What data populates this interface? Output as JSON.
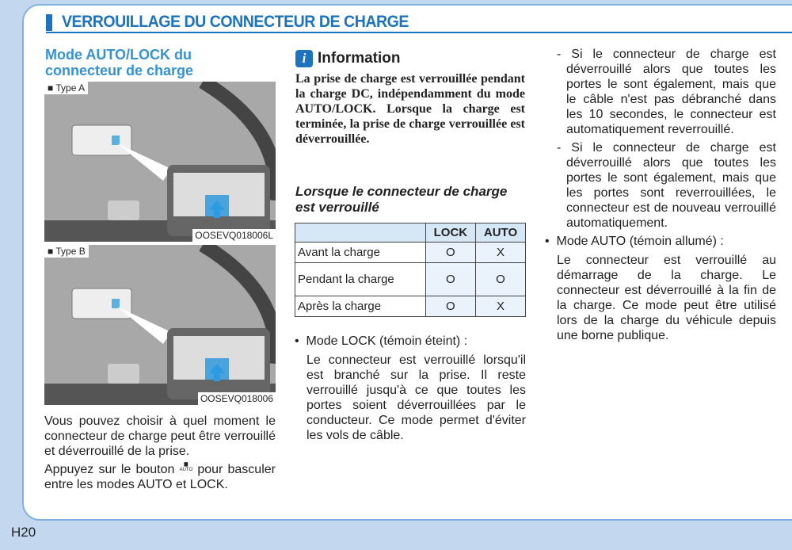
{
  "header": {
    "title": "VERROUILLAGE DU CONNECTEUR DE CHARGE"
  },
  "left": {
    "heading": "Mode AUTO/LOCK du connecteur de charge",
    "figures": [
      {
        "tag": "Type A",
        "code": "OOSEVQ018006L"
      },
      {
        "tag": "Type B",
        "code": "OOSEVQ018006"
      }
    ],
    "para1": "Vous pouvez choisir à quel moment le connecteur de charge peut être verrouillé et déverrouillé de la prise.",
    "para2_a": "Appuyez sur le bouton",
    "button_icon_label": "AUTO",
    "para2_b": "pour basculer entre les modes AUTO et LOCK."
  },
  "middle": {
    "info_title": "Information",
    "info_text": "La prise de charge est verrouillée pendant la charge DC, indépendamment du mode AUTO/LOCK. Lorsque la charge est terminée, la prise de charge verrouillée est déverrouillée.",
    "subheading": "Lorsque le connecteur de charge est verrouillé",
    "table": {
      "headers": [
        "",
        "LOCK",
        "AUTO"
      ],
      "rows": [
        [
          "Avant la charge",
          "O",
          "X"
        ],
        [
          "Pendant la charge",
          "O",
          "O"
        ],
        [
          "Après la charge",
          "O",
          "X"
        ]
      ]
    },
    "lock_mode_label": "Mode LOCK (témoin éteint) :",
    "lock_mode_text": "Le connecteur est verrouillé lorsqu'il est branché sur la prise. Il reste verrouillé jusqu'à ce que toutes les portes soient déverrouillées par le conducteur. Ce mode permet d'éviter les vols de câble."
  },
  "right": {
    "dash1": "Si le connecteur de charge est déverrouillé alors que toutes les portes le sont également, mais que le câble n'est pas débranché dans les 10 secondes, le connecteur est automatiquement reverrouillé.",
    "dash2": "Si le connecteur de charge est déverrouillé alors que toutes les portes le sont également, mais que les portes sont reverrouillées, le connecteur est de nouveau verrouillé automatiquement.",
    "auto_mode_label": "Mode AUTO (témoin allumé) :",
    "auto_mode_text": "Le connecteur est verrouillé au démarrage de la charge. Le connecteur est déverrouillé à la fin de la charge. Ce mode peut être utilisé lors de la charge du véhicule depuis une borne publique."
  },
  "footer": {
    "page": "H20"
  }
}
